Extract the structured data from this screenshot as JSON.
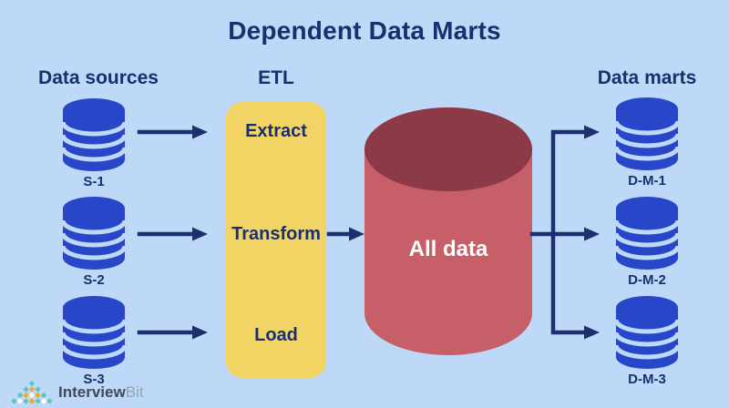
{
  "title": "Dependent Data Marts",
  "colors": {
    "background": "#bed9f7",
    "heading_navy": "#1a2f6d",
    "database_blue": "#2846c8",
    "etl_yellow": "#f2d465",
    "warehouse_body_red": "#c75f69",
    "warehouse_top_maroon": "#8c3a48",
    "warehouse_text": "#ffffff",
    "arrow_navy": "#1d2f6e",
    "logo_teal": "#5bc6bc",
    "logo_orange": "#f5a623"
  },
  "data_sources": {
    "heading": "Data sources",
    "items": [
      {
        "label": "S-1"
      },
      {
        "label": "S-2"
      },
      {
        "label": "S-3"
      }
    ]
  },
  "etl": {
    "heading": "ETL",
    "steps": [
      "Extract",
      "Transform",
      "Load"
    ]
  },
  "warehouse": {
    "label": "All data"
  },
  "data_marts": {
    "heading": "Data marts",
    "items": [
      {
        "label": "D-M-1"
      },
      {
        "label": "D-M-2"
      },
      {
        "label": "D-M-3"
      }
    ]
  },
  "logo": {
    "brand_primary": "Interview",
    "brand_secondary": "Bit"
  }
}
